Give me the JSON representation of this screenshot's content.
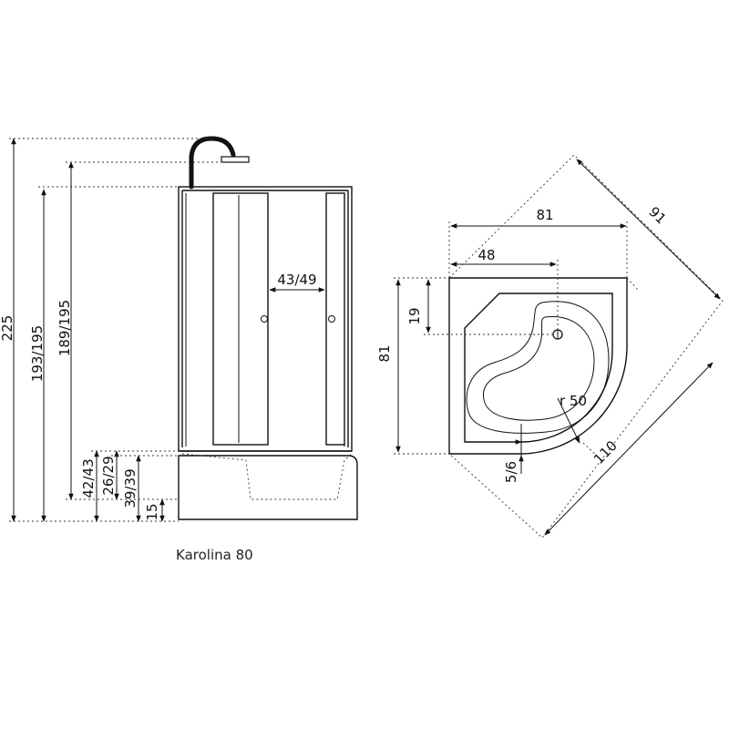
{
  "caption": "Karolina 80",
  "side_view": {
    "dimensions": {
      "total_height": "225",
      "height_a": "193/195",
      "height_b": "189/195",
      "door_opening": "43/49",
      "tray_a": "42/43",
      "tray_b": "26/29",
      "tray_c": "39/39",
      "base": "15"
    }
  },
  "top_view": {
    "dimensions": {
      "width": "81",
      "depth": "81",
      "partial_width": "48",
      "partial_depth": "19",
      "diagonal_side": "91",
      "diagonal_long": "110",
      "radius": "r 50",
      "rim": "5/6"
    }
  },
  "colors": {
    "line": "#111111",
    "background": "#ffffff"
  }
}
